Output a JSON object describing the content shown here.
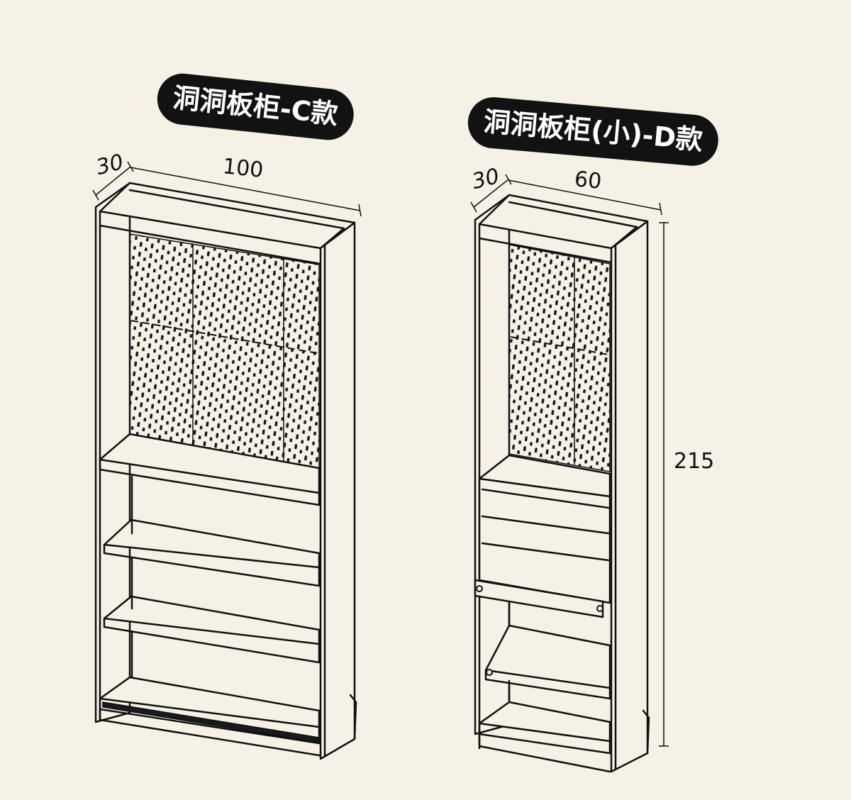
{
  "cabinets": [
    {
      "title": "洞洞板柜-C款",
      "depth_label": "30",
      "width_label": "100"
    },
    {
      "title": "洞洞板柜(小)-D款",
      "depth_label": "30",
      "width_label": "60",
      "height_label": "215"
    }
  ],
  "colors": {
    "background": "#f5f1e6",
    "line": "#111111",
    "pill": "#121212",
    "pill_text": "#ffffff"
  },
  "icons": [
    "pegboard-pattern",
    "dimension-arrow"
  ]
}
